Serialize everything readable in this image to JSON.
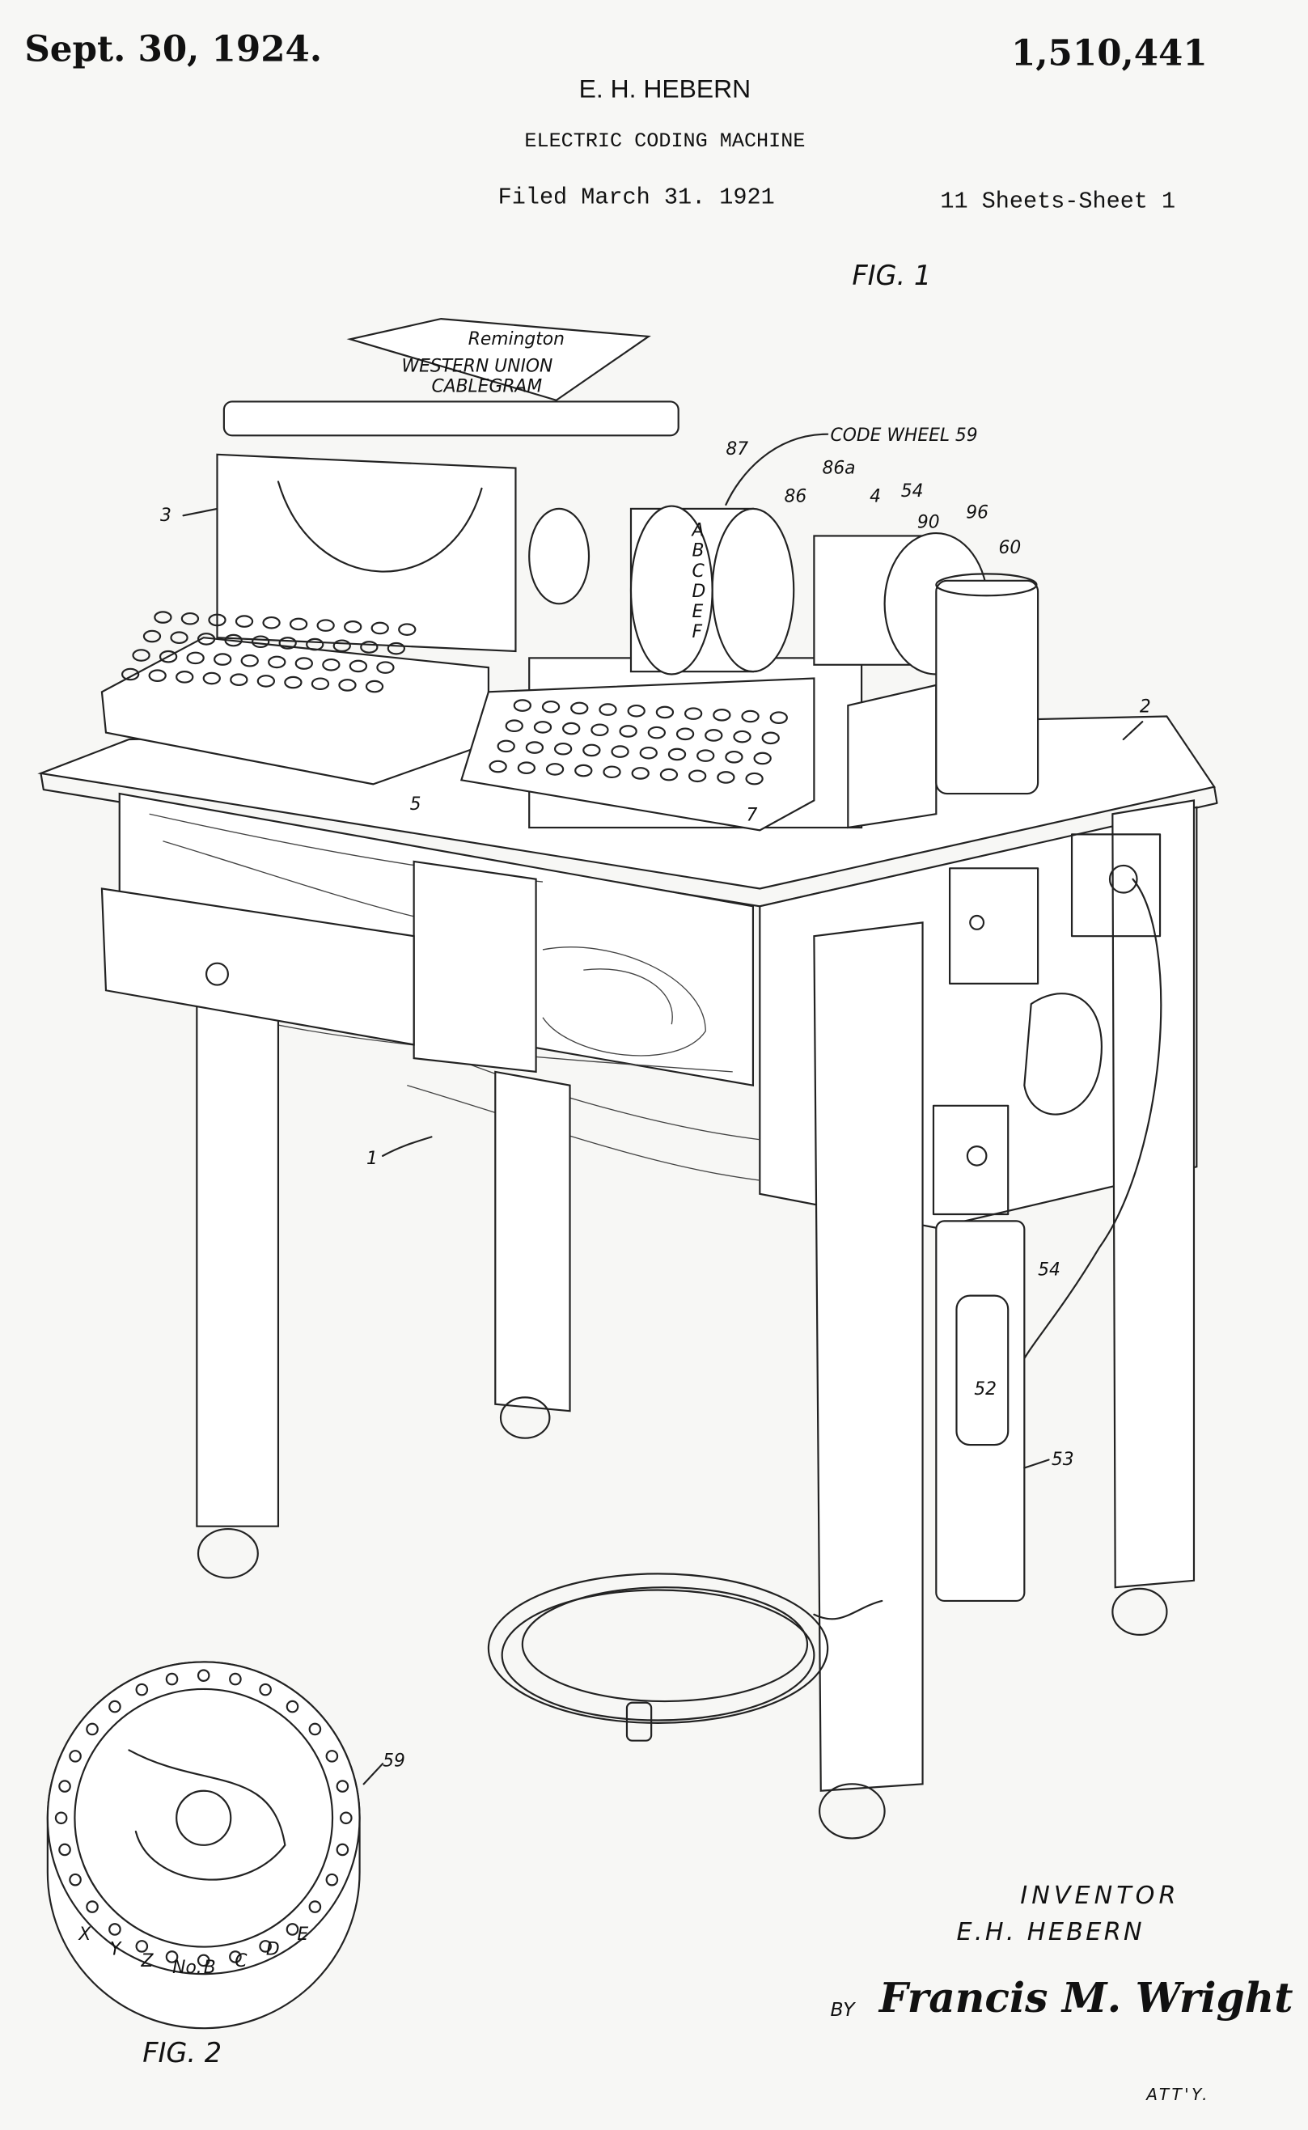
{
  "header": {
    "date": "Sept. 30, 1924.",
    "patent_number": "1,510,441",
    "inventor_name": "E. H. HEBERN",
    "title": "ELECTRIC CODING MACHINE",
    "filed": "Filed March 31. 1921",
    "sheets": "11 Sheets-Sheet 1"
  },
  "figures": {
    "fig1_label": "FIG. 1",
    "fig2_label": "FIG. 2",
    "paper_brand": "Remington",
    "paper_line1": "WESTERN UNION",
    "paper_line2": "CABLEGRAM",
    "code_wheel_label": "CODE WHEEL 59",
    "wheel_letters": [
      "A",
      "B",
      "C",
      "D",
      "E",
      "F"
    ],
    "fig2_letters": [
      "X",
      "Y",
      "Z",
      "No.",
      "B",
      "C",
      "D",
      "E"
    ]
  },
  "reference_numerals": {
    "r87": "87",
    "r86a": "86a",
    "r86": "86",
    "r4": "4",
    "r54a": "54",
    "r90": "90",
    "r96": "96",
    "r60": "60",
    "r3": "3",
    "r2": "2",
    "r5": "5",
    "r7": "7",
    "r1": "1",
    "r54b": "54",
    "r52": "52",
    "r53": "53",
    "r59": "59"
  },
  "signature_block": {
    "inventor_caption": "INVENTOR",
    "inventor": "E.H. HEBERN",
    "by": "BY",
    "attorney_signature": "Francis M. Wright",
    "attorney_caption": "ATT'Y."
  }
}
